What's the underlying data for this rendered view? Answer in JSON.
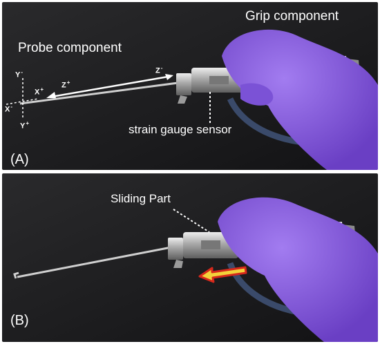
{
  "panel_a": {
    "tag": "(A)",
    "probe_label": "Probe component",
    "grip_label": "Grip component",
    "sensor_label": "strain gauge sensor",
    "axes": {
      "y_minus": {
        "base": "Y",
        "sign": "-"
      },
      "y_plus": {
        "base": "Y",
        "sign": "+"
      },
      "x_plus": {
        "base": "X",
        "sign": "+"
      },
      "x_minus": {
        "base": "X",
        "sign": "-"
      },
      "z_plus": {
        "base": "Z",
        "sign": "+"
      },
      "z_minus": {
        "base": "Z",
        "sign": "-"
      }
    }
  },
  "panel_b": {
    "tag": "(B)",
    "sliding_label": "Sliding Part"
  },
  "colors": {
    "background": "#1c1c1e",
    "glove": "#8b5fe0",
    "metal": "#c4c4c4",
    "arrow_fill": "#f3d23a",
    "arrow_outline": "#d6281c",
    "text": "#ffffff"
  }
}
